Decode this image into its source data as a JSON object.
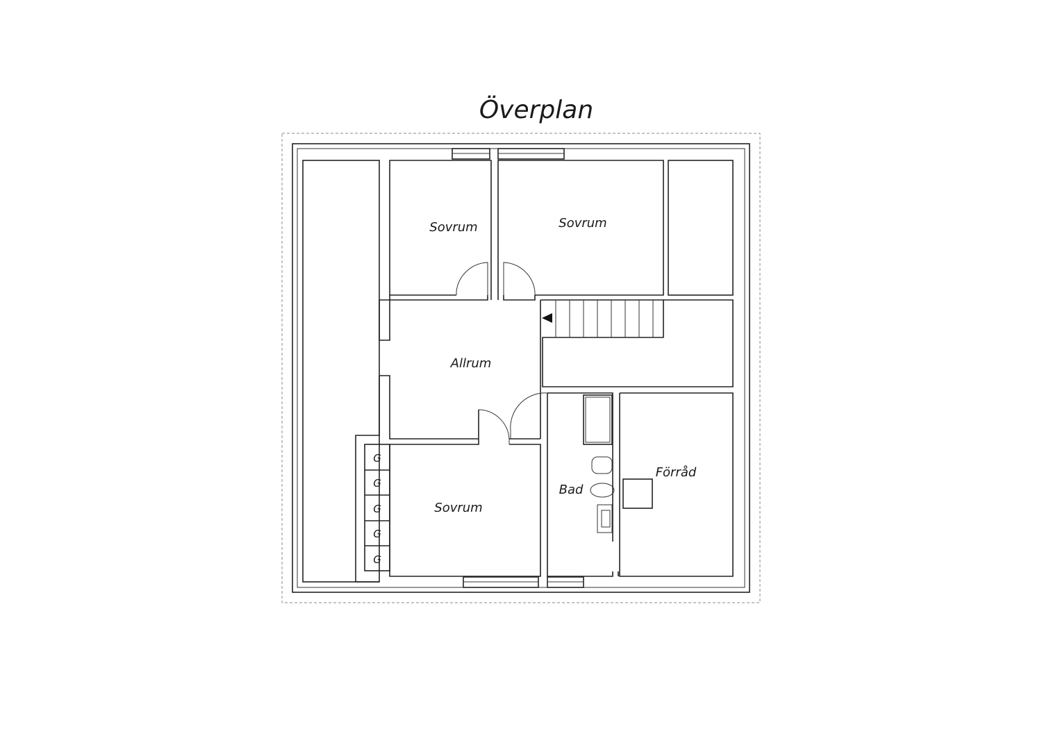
{
  "title": "Överplan",
  "rooms": {
    "bedroom_top_left": "Sovrum",
    "bedroom_top_right": "Sovrum",
    "family_room": "Allrum",
    "bedroom_bottom": "Sovrum",
    "bathroom": "Bad",
    "storage": "Förråd"
  },
  "wardrobes": [
    "G",
    "G",
    "G",
    "G",
    "G"
  ]
}
